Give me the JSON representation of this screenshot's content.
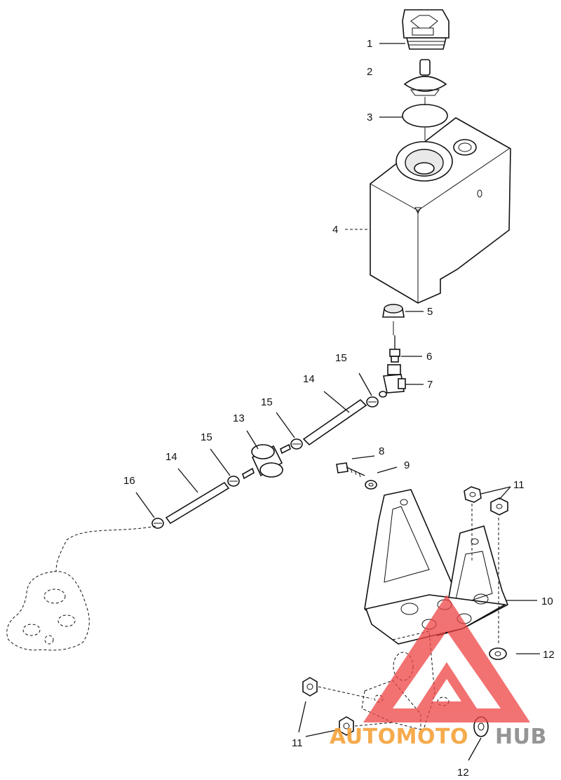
{
  "callouts": {
    "c1": "1",
    "c2": "2",
    "c3": "3",
    "c4": "4",
    "c5": "5",
    "c6": "6",
    "c7": "7",
    "c8": "8",
    "c9": "9",
    "c10": "10",
    "c11a": "11",
    "c11b": "11",
    "c12a": "12",
    "c12b": "12",
    "c13": "13",
    "c14a": "14",
    "c14b": "14",
    "c15a": "15",
    "c15b": "15",
    "c15c": "15",
    "c16": "16"
  },
  "watermark": {
    "part1": "AUTOMOTO",
    "part2": "HUB",
    "color_orange": "#f5a23a",
    "color_grey": "#8a8a8a",
    "color_red": "#ee4444"
  }
}
